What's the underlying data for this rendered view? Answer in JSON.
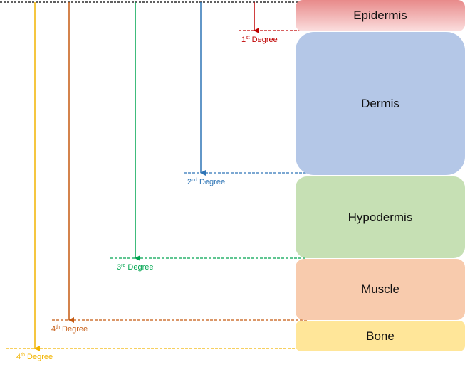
{
  "layers": [
    {
      "key": "epidermis",
      "label": "Epidermis"
    },
    {
      "key": "dermis",
      "label": "Dermis"
    },
    {
      "key": "hypodermis",
      "label": "Hypodermis"
    },
    {
      "key": "muscle",
      "label": "Muscle"
    },
    {
      "key": "bone",
      "label": "Bone"
    }
  ],
  "degrees": [
    {
      "num": "1",
      "suffix": "st",
      "word": "Degree",
      "color": "#c00000"
    },
    {
      "num": "2",
      "suffix": "nd",
      "word": "Degree",
      "color": "#2e75b6"
    },
    {
      "num": "3",
      "suffix": "rd",
      "word": "Degree",
      "color": "#00a550"
    },
    {
      "num": "4",
      "suffix": "th",
      "word": "Degree",
      "color": "#c55a11"
    },
    {
      "num": "4",
      "suffix": "th",
      "word": "Degree",
      "color": "#f2b400"
    }
  ],
  "colors": {
    "epidermis": "#ef9a9a",
    "dermis": "#b4c7e7",
    "hypodermis": "#c6e0b4",
    "muscle": "#f8cbad",
    "bone": "#ffe699",
    "top_line": "#000000"
  }
}
